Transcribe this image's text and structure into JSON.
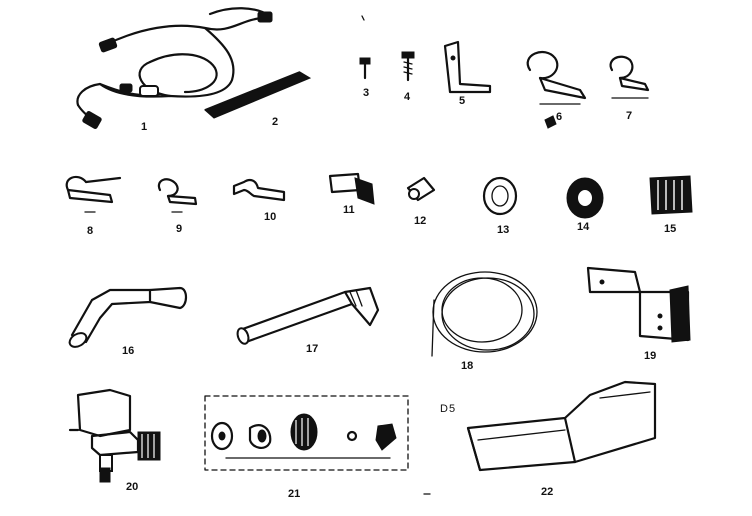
{
  "diagram": {
    "code": "D5",
    "parts": [
      {
        "id": "p1",
        "label": "1"
      },
      {
        "id": "p2",
        "label": "2"
      },
      {
        "id": "p3",
        "label": "3"
      },
      {
        "id": "p4",
        "label": "4"
      },
      {
        "id": "p5",
        "label": "5"
      },
      {
        "id": "p6",
        "label": "6"
      },
      {
        "id": "p7",
        "label": "7"
      },
      {
        "id": "p8",
        "label": "8"
      },
      {
        "id": "p9",
        "label": "9"
      },
      {
        "id": "p10",
        "label": "10"
      },
      {
        "id": "p11",
        "label": "11"
      },
      {
        "id": "p12",
        "label": "12"
      },
      {
        "id": "p13",
        "label": "13"
      },
      {
        "id": "p14",
        "label": "14"
      },
      {
        "id": "p15",
        "label": "15"
      },
      {
        "id": "p16",
        "label": "16"
      },
      {
        "id": "p17",
        "label": "17"
      },
      {
        "id": "p18",
        "label": "18"
      },
      {
        "id": "p19",
        "label": "19"
      },
      {
        "id": "p20",
        "label": "20"
      },
      {
        "id": "p21",
        "label": "21"
      },
      {
        "id": "p22",
        "label": "22"
      }
    ]
  }
}
